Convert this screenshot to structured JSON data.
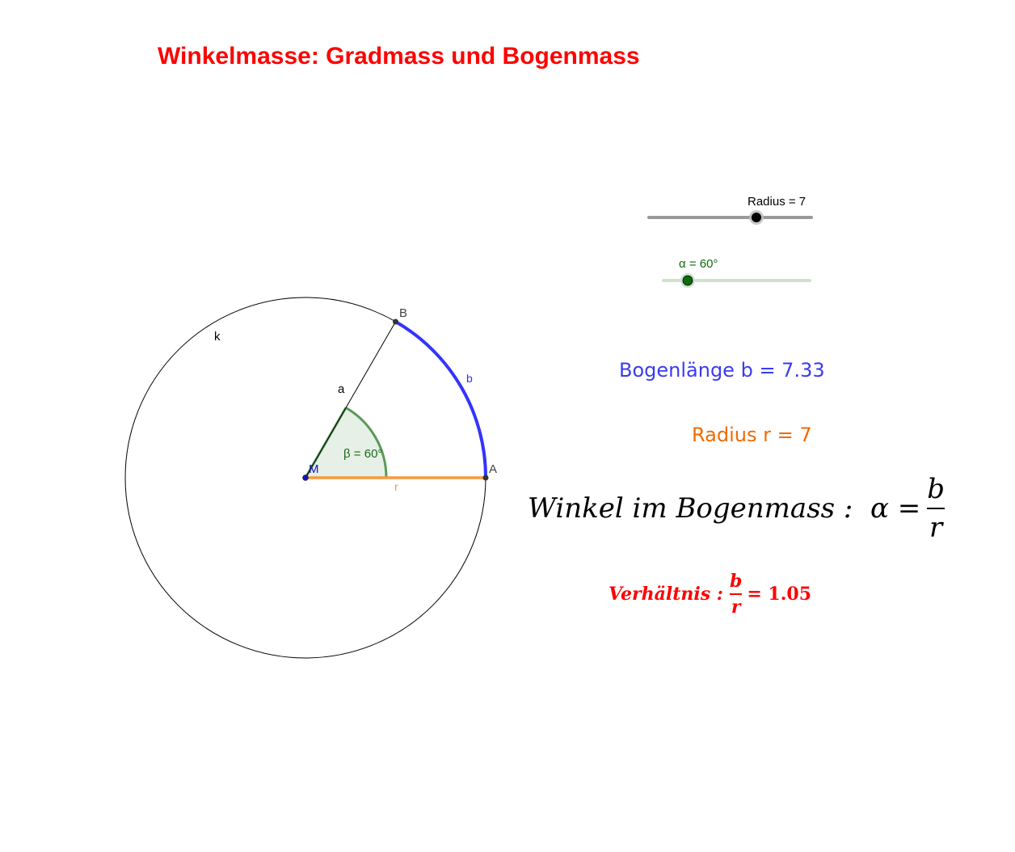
{
  "title": "Winkelmasse: Gradmass und Bogenmass",
  "sliders": {
    "radius": {
      "label": "Radius = 7",
      "value": 7,
      "track_color": "#999999",
      "thumb_color": "#000000"
    },
    "alpha": {
      "label": "α = 60°",
      "value": 60,
      "track_color": "#cfe3cc",
      "thumb_color": "#0f6b0f",
      "label_color": "#0f6b0f"
    }
  },
  "construction": {
    "circle_label": "k",
    "center_label": "M",
    "point_a_label": "A",
    "point_b_label": "B",
    "segment_a_label": "a",
    "radius_label": "r",
    "arc_label": "b",
    "angle_label": "β = 60°",
    "colors": {
      "arc": "#3333ff",
      "radius_segment": "#f7993b",
      "angle": "#5a9a5a",
      "angle_fill": "#e6f0e6",
      "center_point": "#1515c8",
      "points": "#333333"
    }
  },
  "texts": {
    "bogenlaenge": "Bogenlänge b = 7.33",
    "radius_r": "Radius r = 7",
    "formula_prefix": "Winkel im Bogenmass :  α =",
    "formula_num": "b",
    "formula_den": "r",
    "ratio_prefix": "Verhältnis :",
    "ratio_num": "b",
    "ratio_den": "r",
    "ratio_value": "= 1.05"
  }
}
